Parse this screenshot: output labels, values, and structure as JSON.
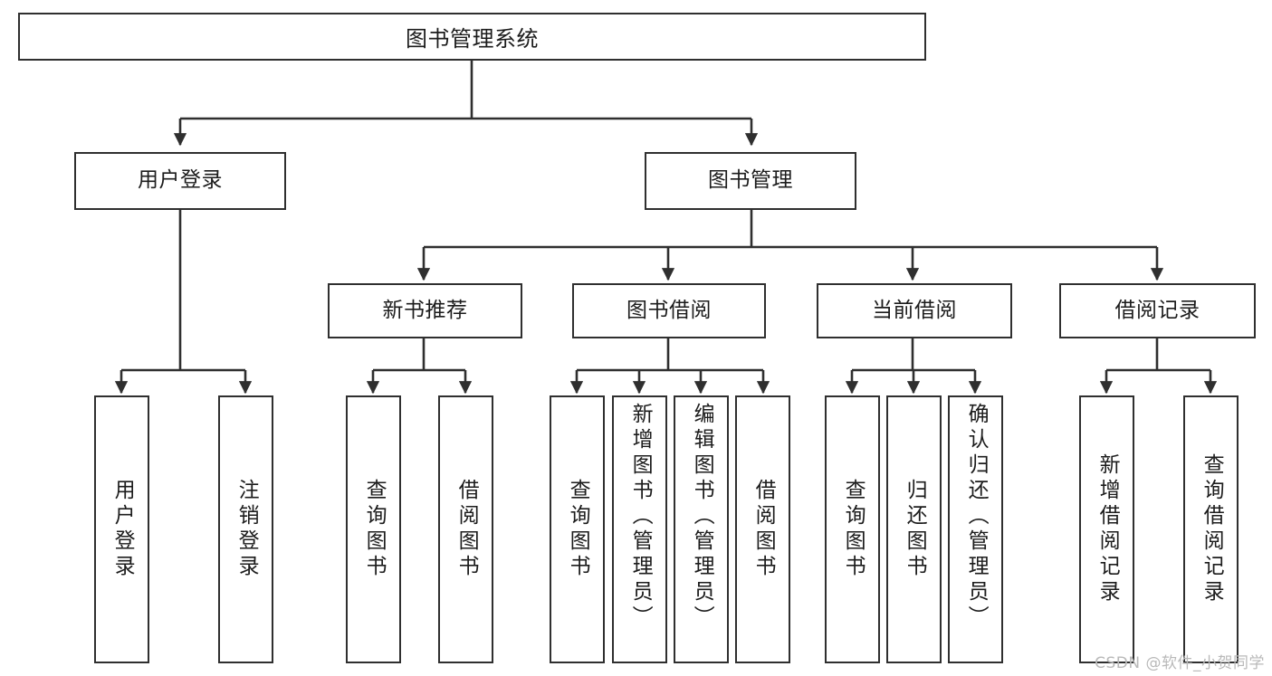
{
  "diagram": {
    "title": "图书管理系统",
    "type": "hierarchy-tree",
    "root": {
      "label": "图书管理系统"
    },
    "level2": [
      {
        "label": "用户登录"
      },
      {
        "label": "图书管理"
      }
    ],
    "level3": [
      {
        "label": "新书推荐"
      },
      {
        "label": "图书借阅"
      },
      {
        "label": "当前借阅"
      },
      {
        "label": "借阅记录"
      }
    ],
    "leaves": {
      "user_login": [
        {
          "label": "用户登录"
        },
        {
          "label": "注销登录"
        }
      ],
      "new_book_recommend": [
        {
          "label": "查询图书"
        },
        {
          "label": "借阅图书"
        }
      ],
      "book_borrow": [
        {
          "label": "查询图书"
        },
        {
          "label": "新增图书（管理员）"
        },
        {
          "label": "编辑图书（管理员）"
        },
        {
          "label": "借阅图书"
        }
      ],
      "current_borrow": [
        {
          "label": "查询图书"
        },
        {
          "label": "归还图书"
        },
        {
          "label": "确认归还（管理员）"
        }
      ],
      "borrow_record": [
        {
          "label": "新增借阅记录"
        },
        {
          "label": "查询借阅记录"
        }
      ]
    }
  },
  "watermark": {
    "text": "CSDN @软件_小贺同学"
  },
  "colors": {
    "border": "#2f2f2f",
    "text": "#1c1c1c",
    "background": "#ffffff",
    "watermark": "#b9b9b9"
  }
}
